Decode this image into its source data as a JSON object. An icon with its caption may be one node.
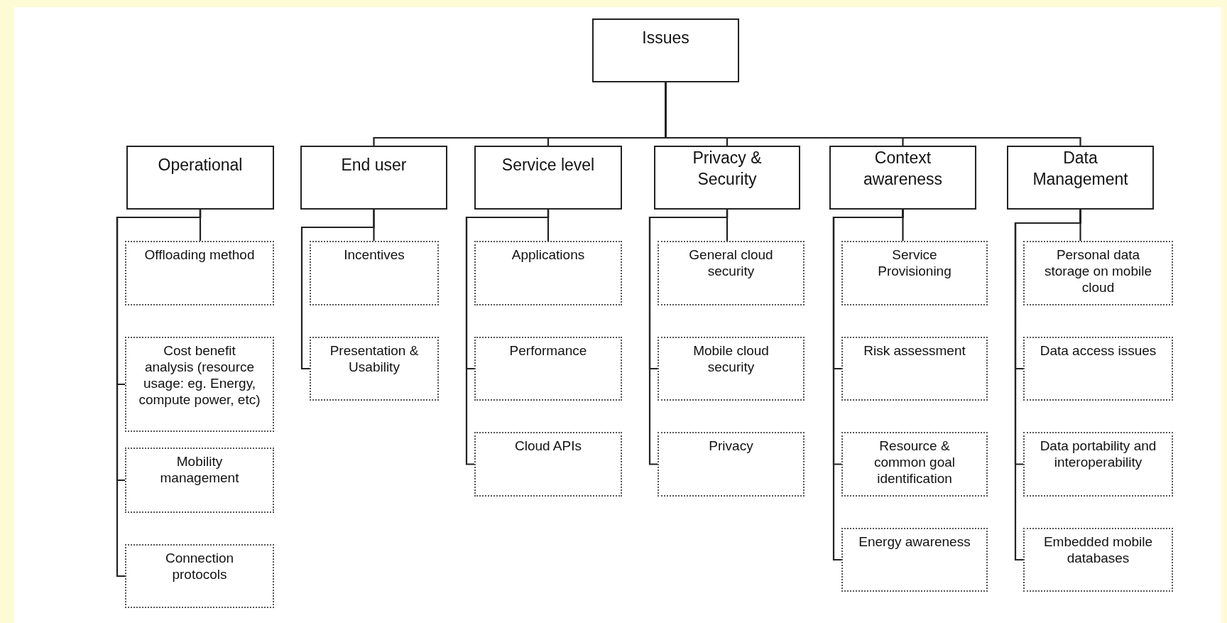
{
  "diagram": {
    "nodes": [
      {
        "text": [
          "Issues"
        ]
      },
      {
        "text": [
          "Operational"
        ]
      },
      {
        "text": [
          "End user"
        ]
      },
      {
        "text": [
          "Service level"
        ]
      },
      {
        "text": [
          "Privacy & Security"
        ]
      },
      {
        "text": [
          "Context awareness"
        ]
      },
      {
        "text": [
          "Data Management"
        ]
      },
      {
        "text": [
          "Offloading method"
        ]
      },
      {
        "text": [
          "Cost benefit analysis (resource usage: eg. Energy, compute power, etc)"
        ]
      },
      {
        "text": [
          "Mobility management"
        ]
      },
      {
        "text": [
          "Connection protocols"
        ]
      },
      {
        "text": [
          "Incentives"
        ]
      },
      {
        "text": [
          "Presentation & Usability"
        ]
      },
      {
        "text": [
          "Applications"
        ]
      },
      {
        "text": [
          "Performance"
        ]
      },
      {
        "text": [
          "Cloud APIs"
        ]
      },
      {
        "text": [
          "General cloud security"
        ]
      },
      {
        "text": [
          "Mobile cloud security"
        ]
      },
      {
        "text": [
          "Privacy"
        ]
      },
      {
        "text": [
          "Service Provisioning"
        ]
      },
      {
        "text": [
          "Risk assessment"
        ]
      },
      {
        "text": [
          "Resource & common goal identification"
        ]
      },
      {
        "text": [
          "Energy awareness"
        ]
      },
      {
        "text": [
          "Personal data storage on mobile cloud"
        ]
      },
      {
        "text": [
          "Data access issues"
        ]
      },
      {
        "text": [
          "Data portability and interoperability"
        ]
      },
      {
        "text": [
          "Embedded mobile databases"
        ]
      }
    ],
    "edges": [
      {
        "from": 0,
        "to": 2,
        "arrow": "none"
      },
      {
        "from": 0,
        "to": 3,
        "arrow": "none"
      },
      {
        "from": 0,
        "to": 4,
        "arrow": "none"
      },
      {
        "from": 0,
        "to": 5,
        "arrow": "none"
      },
      {
        "from": 0,
        "to": 6,
        "arrow": "none"
      },
      {
        "from": 1,
        "to": 7,
        "arrow": "none"
      },
      {
        "from": 1,
        "to": 8,
        "arrow": "none"
      },
      {
        "from": 1,
        "to": 9,
        "arrow": "none"
      },
      {
        "from": 1,
        "to": 10,
        "arrow": "none"
      },
      {
        "from": 2,
        "to": 11,
        "arrow": "none"
      },
      {
        "from": 2,
        "to": 12,
        "arrow": "none"
      },
      {
        "from": 3,
        "to": 13,
        "arrow": "none"
      },
      {
        "from": 3,
        "to": 14,
        "arrow": "none"
      },
      {
        "from": 3,
        "to": 15,
        "arrow": "none"
      },
      {
        "from": 4,
        "to": 16,
        "arrow": "none"
      },
      {
        "from": 4,
        "to": 17,
        "arrow": "none"
      },
      {
        "from": 4,
        "to": 18,
        "arrow": "none"
      },
      {
        "from": 5,
        "to": 19,
        "arrow": "none"
      },
      {
        "from": 5,
        "to": 20,
        "arrow": "none"
      },
      {
        "from": 5,
        "to": 21,
        "arrow": "none"
      },
      {
        "from": 5,
        "to": 22,
        "arrow": "none"
      },
      {
        "from": 6,
        "to": 23,
        "arrow": "none"
      },
      {
        "from": 6,
        "to": 24,
        "arrow": "none"
      },
      {
        "from": 6,
        "to": 25,
        "arrow": "none"
      },
      {
        "from": 6,
        "to": 26,
        "arrow": "none"
      }
    ]
  }
}
